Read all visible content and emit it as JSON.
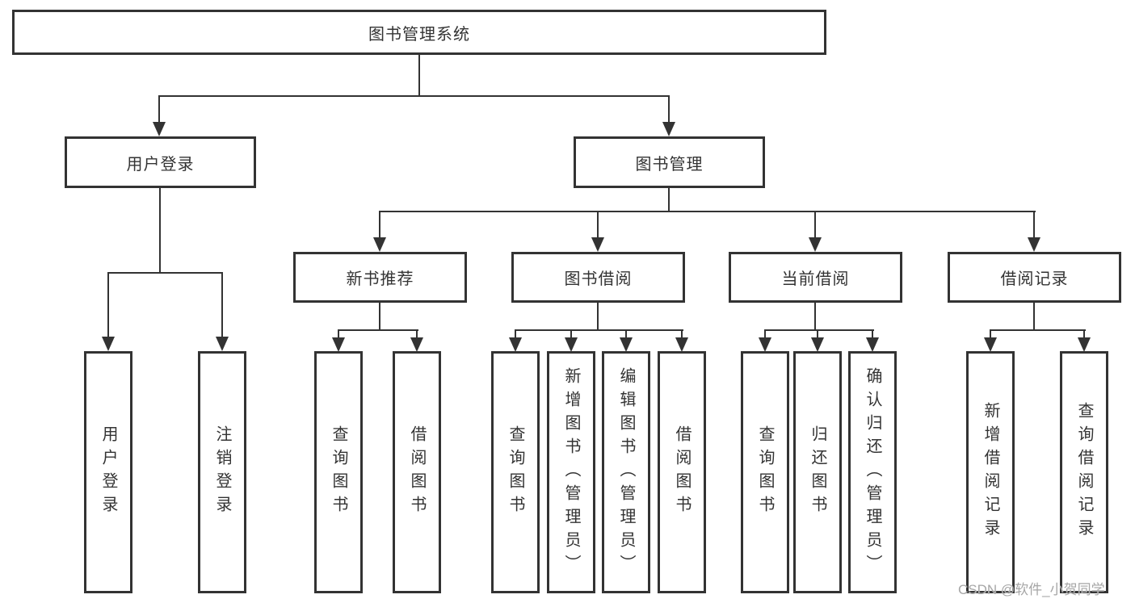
{
  "tree": {
    "root": {
      "label": "图书管理系统"
    },
    "branches": [
      {
        "label": "用户登录",
        "leaves": [
          "用户登录",
          "注销登录"
        ]
      },
      {
        "label": "图书管理",
        "groups": [
          {
            "label": "新书推荐",
            "leaves": [
              "查询图书",
              "借阅图书"
            ]
          },
          {
            "label": "图书借阅",
            "leaves": [
              "查询图书",
              "新增图书（管理员）",
              "编辑图书（管理员）",
              "借阅图书"
            ]
          },
          {
            "label": "当前借阅",
            "leaves": [
              "查询图书",
              "归还图书",
              "确认归还（管理员）"
            ]
          },
          {
            "label": "借阅记录",
            "leaves": [
              "新增借阅记录",
              "查询借阅记录"
            ]
          }
        ]
      }
    ]
  },
  "watermark": {
    "text": "CSDN @软件_小贺同学"
  },
  "colors": {
    "line": "#333333",
    "text": "#333333",
    "background": "#ffffff",
    "watermark": "#a6a6a6"
  }
}
